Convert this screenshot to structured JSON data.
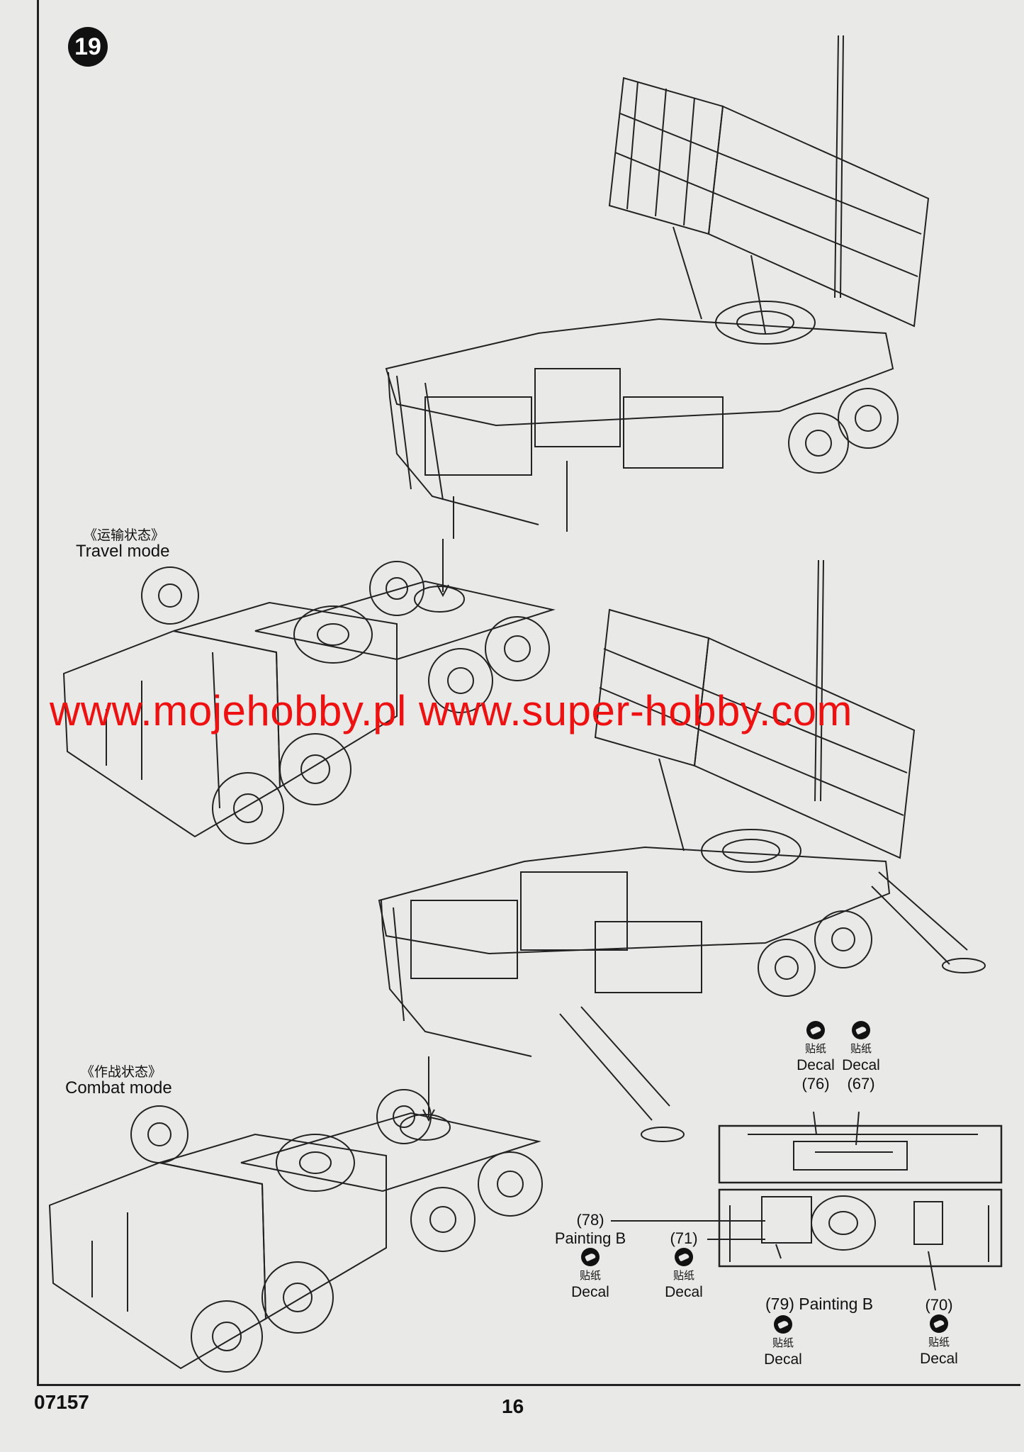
{
  "step_number": "19",
  "travel_mode": {
    "cn": "《运输状态》",
    "en": "Travel mode"
  },
  "combat_mode": {
    "cn": "《作战状态》",
    "en": "Combat mode"
  },
  "watermark": "www.mojehobby.pl www.super-hobby.com",
  "detail_callouts": [
    {
      "ref": "(76)",
      "cn": "贴纸",
      "en": "Decal"
    },
    {
      "ref": "(67)",
      "cn": "贴纸",
      "en": "Decal"
    },
    {
      "ref": "(78)",
      "note": "Painting B",
      "cn": "贴纸",
      "en": "Decal"
    },
    {
      "ref": "(71)",
      "cn": "贴纸",
      "en": "Decal"
    },
    {
      "ref": "(79)",
      "note": "Painting B",
      "cn": "贴纸",
      "en": "Decal"
    },
    {
      "ref": "(70)",
      "cn": "贴纸",
      "en": "Decal"
    }
  ],
  "footer": {
    "kit_number": "07157",
    "page_number": "16"
  }
}
